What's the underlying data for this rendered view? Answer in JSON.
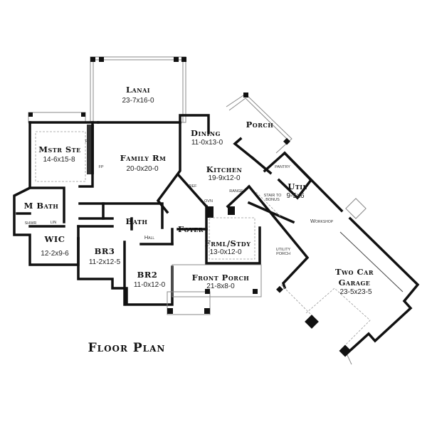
{
  "title": "Floor Plan",
  "rooms": {
    "lanai": {
      "name": "Lanai",
      "size": "23-7x16-0"
    },
    "mstr_ste": {
      "name": "Mstr Ste",
      "size": "14-6x15-8"
    },
    "family_rm": {
      "name": "Family Rm",
      "size": "20-0x20-0"
    },
    "dining": {
      "name": "Dining",
      "size": "11-0x13-0"
    },
    "porch": {
      "name": "Porch"
    },
    "kitchen": {
      "name": "Kitchen",
      "size": "19-9x12-0"
    },
    "util": {
      "name": "Util",
      "size": "9-5x6"
    },
    "m_bath": {
      "name": "M Bath"
    },
    "bath": {
      "name": "Bath"
    },
    "hall": {
      "name": "Hall"
    },
    "foyer": {
      "name": "Foyer"
    },
    "wic": {
      "name": "WIC",
      "size": "12-2x9-6"
    },
    "br3": {
      "name": "BR3",
      "size": "11-2x12-5"
    },
    "br2": {
      "name": "BR2",
      "size": "11-0x12-0"
    },
    "frml_stdy": {
      "name": "Frml/Stdy",
      "size": "13-0x12-0"
    },
    "front_porch": {
      "name": "Front Porch",
      "size": "21-8x8-0"
    },
    "garage": {
      "name_line1": "Two Car",
      "name_line2": "Garage",
      "size": "23-5x23-5"
    }
  },
  "notes": {
    "fp1": "FP",
    "fp2": "FP",
    "pantry": "Pantry",
    "range": "Range",
    "ref": "Ref",
    "ovn": "Ovn",
    "stair_line1": "Stair to",
    "stair_line2": "Bonus",
    "workshop": "Workshop",
    "utility_porch_line1": "Utility",
    "utility_porch_line2": "Porch",
    "shwr": "Shwr",
    "lin": "Lin"
  }
}
